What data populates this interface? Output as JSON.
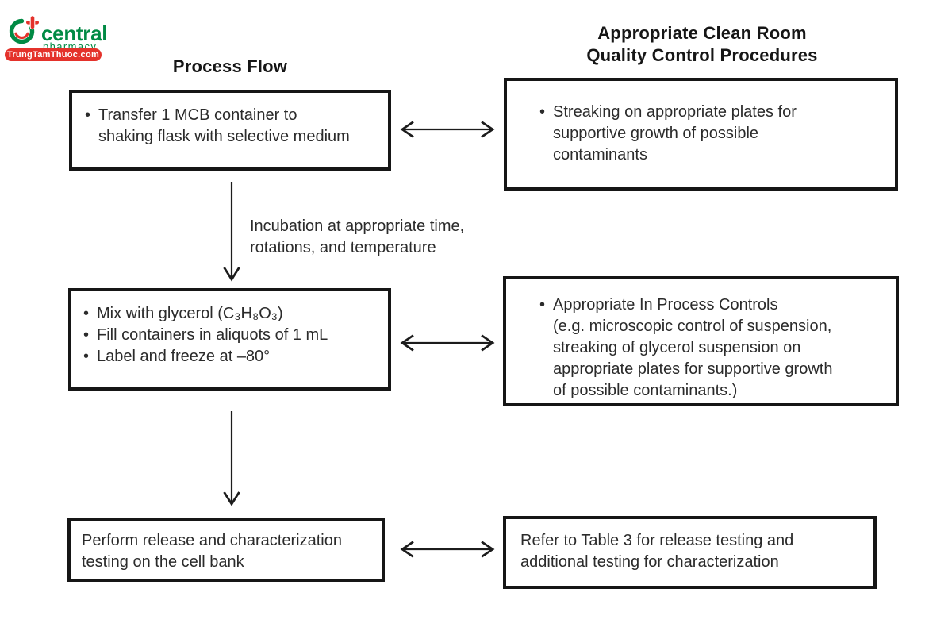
{
  "logo": {
    "brand": "central",
    "tagline": "pharmacy",
    "banner": "TrungTamThuoc.com",
    "green": "#008a44",
    "red": "#e4322b"
  },
  "glyphs": {
    "bullet": "•"
  },
  "headers": {
    "process_flow": "Process Flow",
    "qc_line1": "Appropriate Clean Room",
    "qc_line2": "Quality Control Procedures"
  },
  "annotations": {
    "incubation_line1": "Incubation at appropriate time,",
    "incubation_line2": "rotations, and temperature"
  },
  "boxes": {
    "transfer": {
      "lines": [
        "Transfer 1 MCB container to",
        "shaking flask with selective medium"
      ]
    },
    "streaking": {
      "lines": [
        "Streaking on appropriate plates for",
        "supportive growth of possible",
        "contaminants"
      ]
    },
    "mix": {
      "items": [
        "Mix with glycerol (C₃H₈O₃)",
        "Fill containers in aliquots of 1 mL",
        "Label and freeze at –80°"
      ]
    },
    "in_process": {
      "lines": [
        "Appropriate In Process Controls",
        "(e.g. microscopic control of suspension,",
        "streaking of glycerol suspension on",
        "appropriate plates for supportive growth",
        "of possible contaminants.)"
      ]
    },
    "release": {
      "lines": [
        "Perform release and characterization",
        "testing on the cell bank"
      ]
    },
    "refer": {
      "lines": [
        "Refer to Table 3 for release testing and",
        "additional testing for characterization"
      ]
    }
  }
}
